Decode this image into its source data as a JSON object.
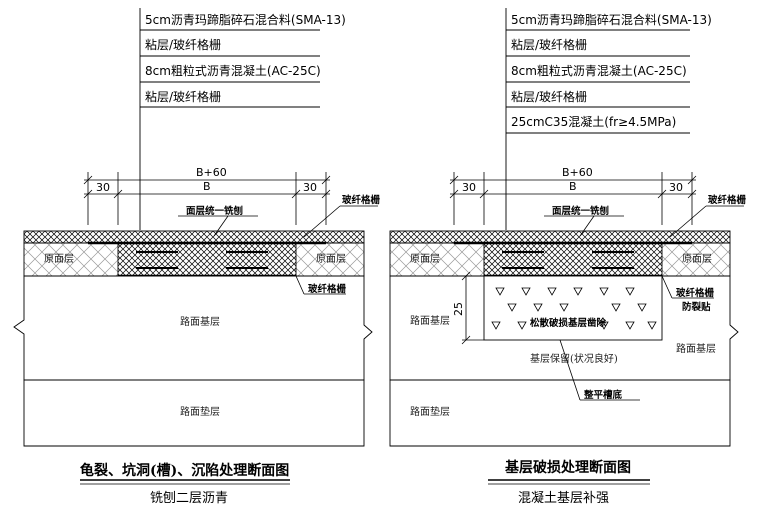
{
  "left": {
    "layers": [
      "5cm沥青玛蹄脂碎石混合料(SMA-13)",
      "粘层/玻纤格栅",
      "8cm粗粒式沥青混凝土(AC-25C)",
      "粘层/玻纤格栅"
    ],
    "dim_total": "B+60",
    "dim_mid": "B",
    "dim_left": "30",
    "dim_right": "30",
    "note_milling": "面层统一铣刨",
    "note_grid_right": "玻纤格栅",
    "note_grid_lower": "玻纤格栅",
    "label_orig_left": "原面层",
    "label_orig_right": "原面层",
    "label_base": "路面基层",
    "label_cushion": "路面垫层",
    "caption_main": "龟裂、坑洞(槽)、沉陷处理断面图",
    "caption_sub": "铣刨二层沥青"
  },
  "right": {
    "layers": [
      "5cm沥青玛蹄脂碎石混合料(SMA-13)",
      "粘层/玻纤格栅",
      "8cm粗粒式沥青混凝土(AC-25C)",
      "粘层/玻纤格栅",
      "25cmC35混凝土(fr≥4.5MPa)"
    ],
    "dim_total": "B+60",
    "dim_mid": "B",
    "dim_left": "30",
    "dim_right": "30",
    "dim_depth": "25",
    "note_milling": "面层统一铣刨",
    "note_grid_right": "玻纤格栅",
    "note_grid_lower_1": "玻纤格栅",
    "note_grid_lower_2": "防裂贴",
    "note_remove": "松散破损基层凿除",
    "note_keep": "基层保留(状况良好)",
    "note_level": "整平槽底",
    "label_orig_left": "原面层",
    "label_orig_right": "原面层",
    "label_base_left": "路面基层",
    "label_base_right": "路面基层",
    "label_cushion": "路面垫层",
    "caption_main": "基层破损处理断面图",
    "caption_sub": "混凝土基层补强"
  }
}
